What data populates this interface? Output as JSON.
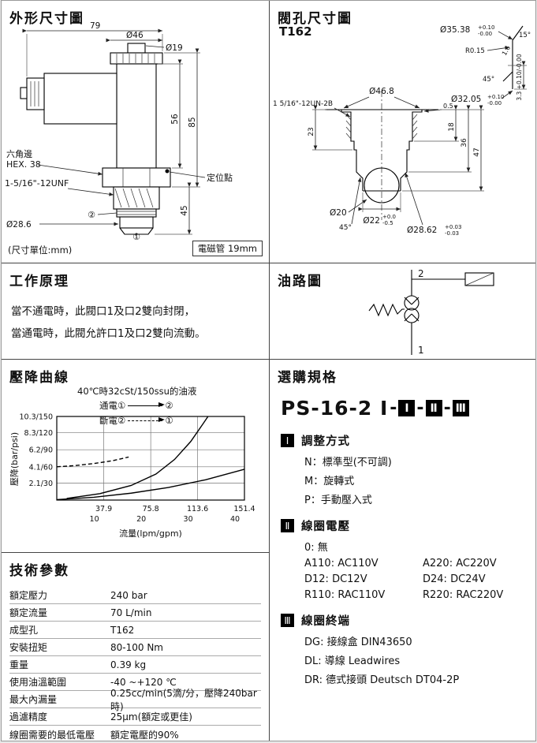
{
  "outline": {
    "title": "外形尺寸圖",
    "dim79": "79",
    "dia46": "Ø46",
    "dia19": "Ø19",
    "dim85": "85",
    "dim56": "56",
    "dim45": "45",
    "dia286": "Ø28.6",
    "hex_l1": "六角邊",
    "hex_l2": "HEX. 38",
    "thread": "1-5/16\"-12UNF",
    "locating": "定位點",
    "port1": "①",
    "port2": "②",
    "unit_note": "(尺寸單位:mm)",
    "tube_note": "電磁管 19mm"
  },
  "cavity": {
    "title": "閥孔尺寸圖",
    "model": "T162",
    "d1": {
      "v": "Ø35.38",
      "up": "+0.10",
      "dn": "-0.00"
    },
    "a15": "15°",
    "r": "R0.15",
    "d16": "1.6",
    "d33": "3.3 +0.10/-0.00",
    "a45t": "45°",
    "d2": {
      "v": "Ø32.05",
      "up": "+0.10",
      "dn": "-0.00"
    },
    "d468": "Ø46.8",
    "thread": "1 5/16\"-12UN-2B",
    "dep05": "0.5",
    "dep18": "18",
    "dep23": "23",
    "dep36": "36",
    "dep47": "47",
    "d20": "Ø20",
    "a45b": "45°",
    "d2862": {
      "v": "Ø28.62",
      "up": "+0.03",
      "dn": "-0.03"
    },
    "d22": {
      "v": "Ø22",
      "up": "+0.0",
      "dn": "-0.5"
    }
  },
  "principle": {
    "title": "工作原理",
    "line1": "當不通電時，此閥口1及口2雙向封閉，",
    "line2": "當通電時，此閥允許口1及口2雙向流動。"
  },
  "circuit": {
    "title": "油路圖",
    "port_top": "2",
    "port_bottom": "1"
  },
  "curve": {
    "title": "壓降曲線",
    "legend1_pre": "通電①",
    "legend1_post": "②",
    "legend2_pre": "斷電②",
    "legend2_post": "①"
  },
  "ordering": {
    "title": "選購規格",
    "model_prefix": "PS-16-2 I",
    "sep": "-",
    "box1": "Ⅰ",
    "box2": "Ⅱ",
    "box3": "Ⅲ",
    "s1": {
      "badge": "Ⅰ",
      "heading": "調整方式",
      "items": [
        "N：標準型(不可調)",
        "M：旋轉式",
        "P：手動壓入式"
      ]
    },
    "s2": {
      "badge": "Ⅱ",
      "heading": "線圈電壓",
      "first": "0:  無",
      "rows": [
        [
          "A110:  AC110V",
          "A220:  AC220V"
        ],
        [
          "D12:  DC12V",
          "D24:  DC24V"
        ],
        [
          "R110:  RAC110V",
          "R220:  RAC220V"
        ]
      ]
    },
    "s3": {
      "badge": "Ⅲ",
      "heading": "線圈終端",
      "items": [
        "DG:  接線盒 DIN43650",
        "DL:  導線 Leadwires",
        "DR:  德式接頭 Deutsch DT04-2P"
      ]
    }
  },
  "specs": {
    "title": "技術參數",
    "rows": [
      {
        "k": "額定壓力",
        "v": "240 bar"
      },
      {
        "k": "額定流量",
        "v": "70 L/min"
      },
      {
        "k": "成型孔",
        "v": "T162"
      },
      {
        "k": "安裝扭矩",
        "v": "80-100 Nm"
      },
      {
        "k": "重量",
        "v": "0.39 kg"
      },
      {
        "k": "使用油溫範圍",
        "v": "-40 ~+120 ℃"
      },
      {
        "k": "最大內漏量",
        "v": "0.25cc/min(5滴/分，壓降240bar時)"
      },
      {
        "k": "過濾精度",
        "v": "25μm(額定或更佳)"
      },
      {
        "k": "線圈需要的最低電壓",
        "v": "額定電壓的90%"
      }
    ]
  },
  "chart_data": {
    "type": "line",
    "title": "壓降曲線",
    "note": "40℃時32cSt/150ssu的油液",
    "xlabel": "流量(lpm/gpm)",
    "ylabel": "壓降(bar/psi)",
    "xlim": [
      0,
      151.4
    ],
    "ylim": [
      0,
      10.3
    ],
    "grid": true,
    "legend_position": "top-right",
    "xticks": [
      {
        "lpm": "37.9",
        "gpm": "10"
      },
      {
        "lpm": "75.8",
        "gpm": "20"
      },
      {
        "lpm": "113.6",
        "gpm": "30"
      },
      {
        "lpm": "151.4",
        "gpm": "40"
      }
    ],
    "yticks": [
      {
        "bar": "2.1",
        "psi": "30"
      },
      {
        "bar": "4.1",
        "psi": "60"
      },
      {
        "bar": "6.2",
        "psi": "90"
      },
      {
        "bar": "8.3",
        "psi": "120"
      },
      {
        "bar": "10.3",
        "psi": "150"
      }
    ],
    "series": [
      {
        "name": "通電①→②",
        "style": "solid",
        "points": [
          [
            8,
            0.2
          ],
          [
            35,
            0.8
          ],
          [
            60,
            1.8
          ],
          [
            80,
            3.2
          ],
          [
            95,
            5.0
          ],
          [
            108,
            7.2
          ],
          [
            118,
            9.4
          ],
          [
            122,
            10.3
          ]
        ]
      },
      {
        "name": "斷電②→①",
        "style": "dashed",
        "points": [
          [
            0,
            4.1
          ],
          [
            15,
            4.25
          ],
          [
            30,
            4.5
          ],
          [
            45,
            4.85
          ],
          [
            58,
            5.3
          ]
        ]
      },
      {
        "name": "",
        "style": "solid",
        "points": [
          [
            0,
            0.05
          ],
          [
            30,
            0.35
          ],
          [
            60,
            0.85
          ],
          [
            90,
            1.55
          ],
          [
            120,
            2.5
          ],
          [
            151.4,
            3.8
          ]
        ]
      }
    ]
  }
}
